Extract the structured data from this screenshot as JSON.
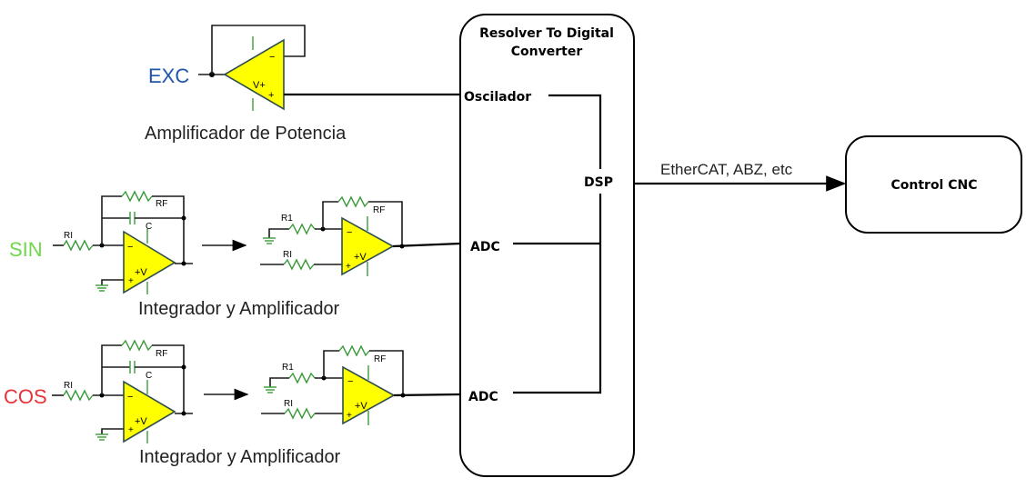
{
  "colors": {
    "exc": "#1f56a8",
    "sin": "#6fd84a",
    "cos": "#e8323a",
    "component": "#3a9b3a",
    "opamp_fill": "#ffff00"
  },
  "inputs": {
    "exc": "EXC",
    "sin": "SIN",
    "cos": "COS"
  },
  "captions": {
    "power_amp": "Amplificador de Potencia",
    "integrator_sin": "Integrador y Amplificador",
    "integrator_cos": "Integrador y Amplificador"
  },
  "rdc": {
    "title_line1": "Resolver To Digital",
    "title_line2": "Converter",
    "oscillator": "Oscilador",
    "dsp": "DSP",
    "adc_sin": "ADC",
    "adc_cos": "ADC"
  },
  "output": {
    "link_label": "EtherCAT, ABZ, etc",
    "cnc": "Control CNC"
  },
  "components": {
    "ri": "RI",
    "rf": "RF",
    "c": "C",
    "r1": "R1",
    "plus_v": "+V",
    "v_plus": "V+",
    "minus": "−",
    "plus": "+"
  }
}
